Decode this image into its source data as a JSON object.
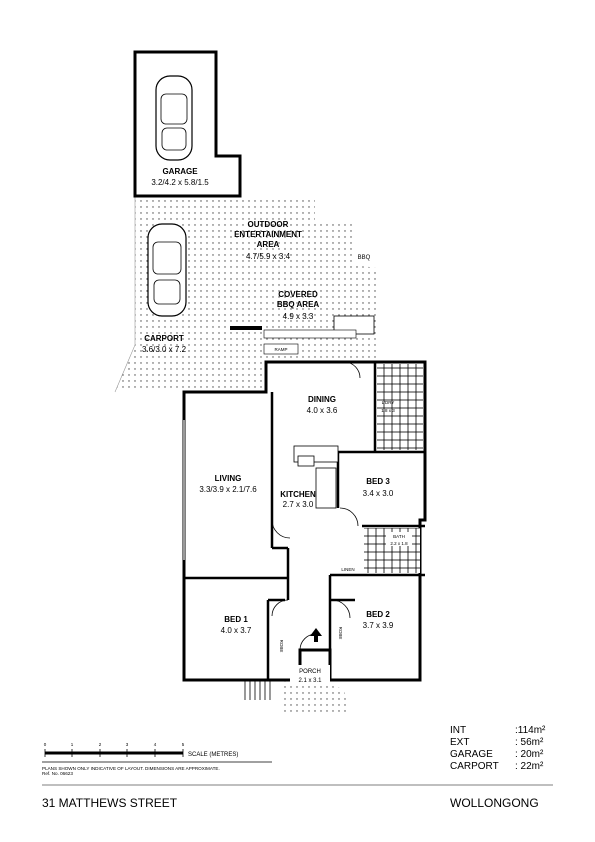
{
  "address": "31 MATTHEWS STREET",
  "suburb": "WOLLONGONG",
  "areas": [
    {
      "label": "INT",
      "value": ":114m²"
    },
    {
      "label": "EXT",
      "value": ": 56m²"
    },
    {
      "label": "GARAGE",
      "value": ": 20m²"
    },
    {
      "label": "CARPORT",
      "value": ": 22m²"
    }
  ],
  "scale": {
    "ticks": [
      "0",
      "1",
      "2",
      "3",
      "4",
      "5"
    ],
    "label": "SCALE (METRES)",
    "disclaimer": "PLANS SHOWN ONLY INDICATIVE OF LAYOUT. DIMENSIONS ARE APPROXIMATE.",
    "ref": "Ref. No. 06623"
  },
  "rooms": {
    "garage": {
      "name": "GARAGE",
      "dims": "3.2/4.2 x 5.8/1.5"
    },
    "outdoor": {
      "name1": "OUTDOOR",
      "name2": "ENTERTAINMENT",
      "name3": "AREA",
      "dims": "4.7/5.9 x 3.4"
    },
    "bbq": {
      "name": "BBQ"
    },
    "covered": {
      "name1": "COVERED",
      "name2": "BBQ AREA",
      "dims": "4.9 x 3.3"
    },
    "carport": {
      "name": "CARPORT",
      "dims": "3.6/3.0 x 7.2"
    },
    "ramp": {
      "name": "RAMP"
    },
    "dining": {
      "name": "DINING",
      "dims": "4.0 x 3.6"
    },
    "ldry": {
      "name": "L'DRY",
      "dims": "1.8 x 3"
    },
    "living": {
      "name": "LIVING",
      "dims": "3.3/3.9 x 2.1/7.6"
    },
    "kitchen": {
      "name": "KITCHEN",
      "dims": "2.7 x 3.0"
    },
    "bed3": {
      "name": "BED 3",
      "dims": "3.4 x 3.0"
    },
    "bath": {
      "name": "BATH",
      "dims": "2.2 x 1.8"
    },
    "linen": {
      "name": "LINEN"
    },
    "bed1": {
      "name": "BED 1",
      "dims": "4.0 x 3.7"
    },
    "robe1": {
      "name": "ROBE"
    },
    "bed2": {
      "name": "BED 2",
      "dims": "3.7 x 3.9"
    },
    "robe2": {
      "name": "ROBE"
    },
    "porch": {
      "name": "PORCH",
      "dims": "2.1 x 3.1"
    }
  }
}
